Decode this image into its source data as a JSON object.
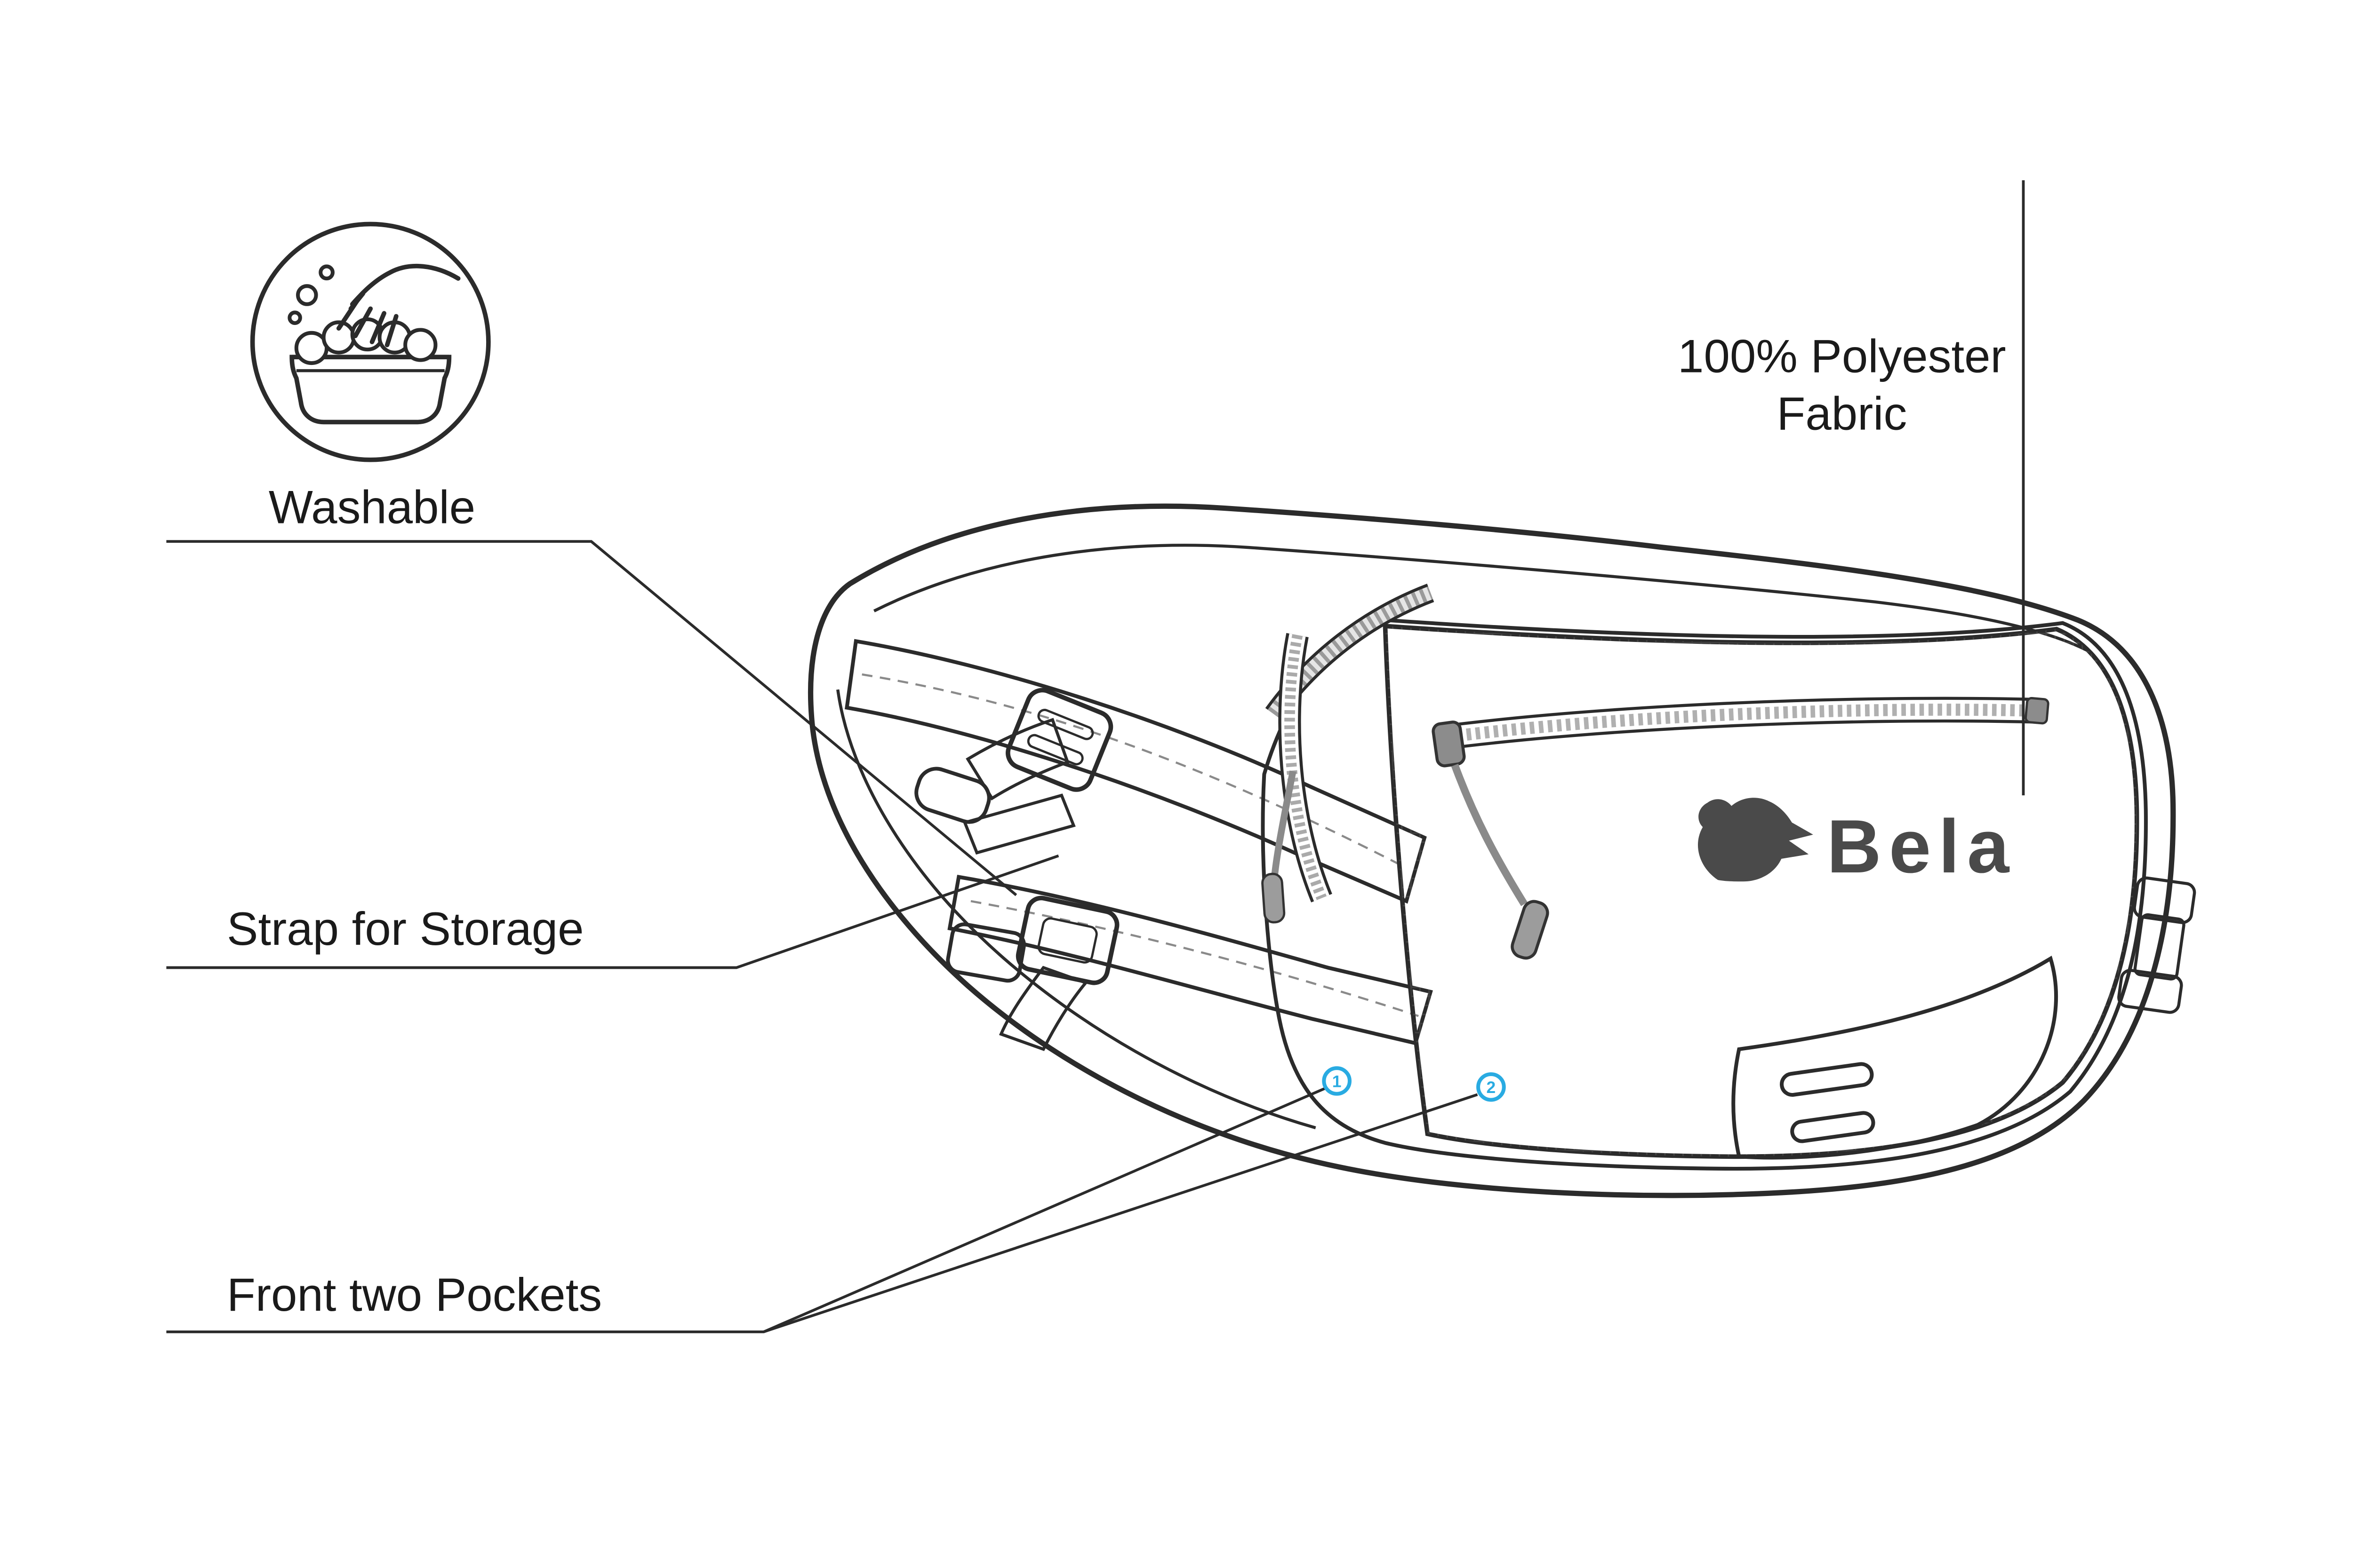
{
  "page": {
    "background": "#ffffff"
  },
  "callouts": {
    "washable": {
      "label": "Washable"
    },
    "strap": {
      "label": "Strap for Storage"
    },
    "pockets": {
      "label": "Front two Pockets"
    },
    "polyester": {
      "label_line1": "100% Polyester",
      "label_line2": "Fabric"
    }
  },
  "brand": {
    "name": "Bela"
  },
  "pocket_markers": [
    {
      "number": "1"
    },
    {
      "number": "2"
    }
  ],
  "colors": {
    "outline": "#2b2b2b",
    "text": "#1a1a1a",
    "panel_dark": "#a5a5a5",
    "panel_light": "#d6d6d6",
    "strap_gray": "#cfcfcf",
    "marker_accent": "#29abe2",
    "logo_gray": "#4a4a4a",
    "zipper_white": "#ffffff"
  }
}
